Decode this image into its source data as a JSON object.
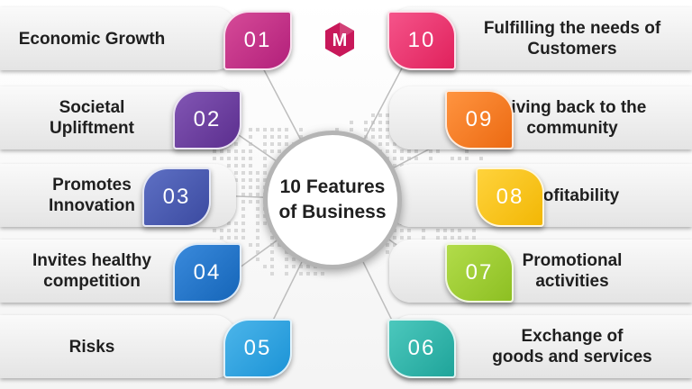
{
  "center": {
    "title": "10 Features\nof Business"
  },
  "logo": {
    "letter": "M",
    "color": "#c8185a",
    "icon": "m-brand-logo-icon"
  },
  "features": [
    {
      "number": "01",
      "label": "Economic Growth",
      "color": "#b21f7a",
      "color_light": "#d64b98"
    },
    {
      "number": "02",
      "label": "Societal\nUpliftment",
      "color": "#5b2e8e",
      "color_light": "#8256b4"
    },
    {
      "number": "03",
      "label": "Promotes\nInnovation",
      "color": "#3b4aa0",
      "color_light": "#5e70c4"
    },
    {
      "number": "04",
      "label": "Invites healthy\ncompetition",
      "color": "#1565b8",
      "color_light": "#3a8adc"
    },
    {
      "number": "05",
      "label": "Risks",
      "color": "#1b93d6",
      "color_light": "#4cb5ea"
    },
    {
      "number": "06",
      "label": "Exchange of\ngoods and services",
      "color": "#1fa49a",
      "color_light": "#4cc8bd"
    },
    {
      "number": "07",
      "label": "Promotional\nactivities",
      "color": "#8dbf22",
      "color_light": "#b2dc4a"
    },
    {
      "number": "08",
      "label": "Profitability",
      "color": "#f2b705",
      "color_light": "#ffd33c"
    },
    {
      "number": "09",
      "label": "Giving back to the\ncommunity",
      "color": "#ec6a12",
      "color_light": "#ff9440"
    },
    {
      "number": "10",
      "label": "Fulfilling the needs of\nCustomers",
      "color": "#e0215c",
      "color_light": "#f5548a"
    }
  ]
}
